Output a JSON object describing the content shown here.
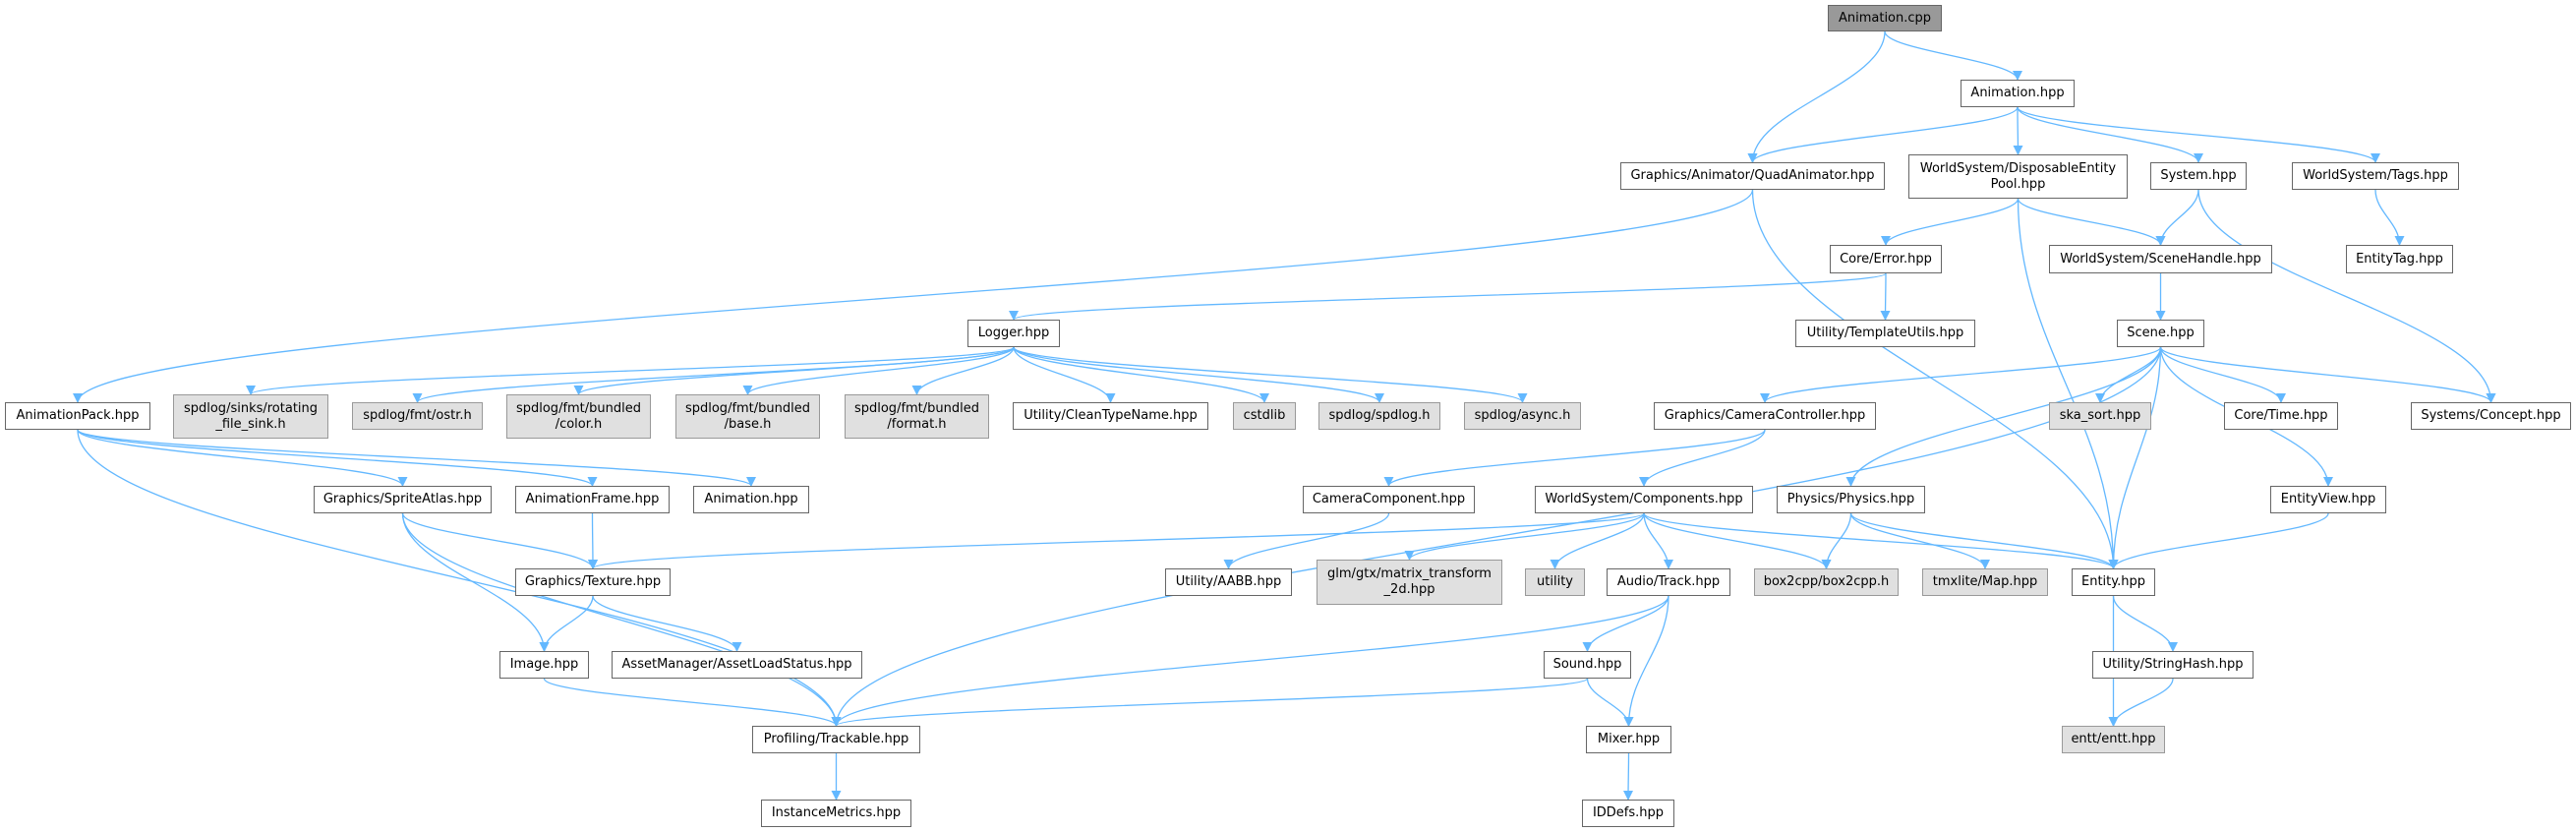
{
  "graph": {
    "title": "Animation.cpp",
    "edge_color": "#63b8ff",
    "nodes": [
      {
        "id": "anim_cpp",
        "label": "Animation.cpp",
        "kind": "root"
      },
      {
        "id": "anim_hpp",
        "label": "Animation.hpp",
        "kind": "normal"
      },
      {
        "id": "quad",
        "label": "Graphics/Animator/QuadAnimator.hpp",
        "kind": "normal"
      },
      {
        "id": "pool",
        "label": "WorldSystem/DisposableEntity\nPool.hpp",
        "kind": "normal"
      },
      {
        "id": "system",
        "label": "System.hpp",
        "kind": "normal"
      },
      {
        "id": "tags",
        "label": "WorldSystem/Tags.hpp",
        "kind": "normal"
      },
      {
        "id": "error",
        "label": "Core/Error.hpp",
        "kind": "normal"
      },
      {
        "id": "scenehandle",
        "label": "WorldSystem/SceneHandle.hpp",
        "kind": "normal"
      },
      {
        "id": "entitytag",
        "label": "EntityTag.hpp",
        "kind": "normal"
      },
      {
        "id": "logger",
        "label": "Logger.hpp",
        "kind": "normal"
      },
      {
        "id": "templateutils",
        "label": "Utility/TemplateUtils.hpp",
        "kind": "normal"
      },
      {
        "id": "scene",
        "label": "Scene.hpp",
        "kind": "normal"
      },
      {
        "id": "animpack",
        "label": "AnimationPack.hpp",
        "kind": "normal"
      },
      {
        "id": "rotating",
        "label": "spdlog/sinks/rotating\n_file_sink.h",
        "kind": "external"
      },
      {
        "id": "ostr",
        "label": "spdlog/fmt/ostr.h",
        "kind": "external"
      },
      {
        "id": "color",
        "label": "spdlog/fmt/bundled\n/color.h",
        "kind": "external"
      },
      {
        "id": "base",
        "label": "spdlog/fmt/bundled\n/base.h",
        "kind": "external"
      },
      {
        "id": "format",
        "label": "spdlog/fmt/bundled\n/format.h",
        "kind": "external"
      },
      {
        "id": "cleantype",
        "label": "Utility/CleanTypeName.hpp",
        "kind": "normal"
      },
      {
        "id": "cstdlib",
        "label": "cstdlib",
        "kind": "external"
      },
      {
        "id": "spdlog",
        "label": "spdlog/spdlog.h",
        "kind": "external"
      },
      {
        "id": "async",
        "label": "spdlog/async.h",
        "kind": "external"
      },
      {
        "id": "camctrl",
        "label": "Graphics/CameraController.hpp",
        "kind": "normal"
      },
      {
        "id": "skasort",
        "label": "ska_sort.hpp",
        "kind": "external"
      },
      {
        "id": "time",
        "label": "Core/Time.hpp",
        "kind": "normal"
      },
      {
        "id": "concept",
        "label": "Systems/Concept.hpp",
        "kind": "normal"
      },
      {
        "id": "spriteatlas",
        "label": "Graphics/SpriteAtlas.hpp",
        "kind": "normal"
      },
      {
        "id": "animframe",
        "label": "AnimationFrame.hpp",
        "kind": "normal"
      },
      {
        "id": "anim_hpp2",
        "label": "Animation.hpp",
        "kind": "normal"
      },
      {
        "id": "camcomp",
        "label": "CameraComponent.hpp",
        "kind": "normal"
      },
      {
        "id": "components",
        "label": "WorldSystem/Components.hpp",
        "kind": "normal"
      },
      {
        "id": "physics",
        "label": "Physics/Physics.hpp",
        "kind": "normal"
      },
      {
        "id": "entityview",
        "label": "EntityView.hpp",
        "kind": "normal"
      },
      {
        "id": "texture",
        "label": "Graphics/Texture.hpp",
        "kind": "normal"
      },
      {
        "id": "aabb",
        "label": "Utility/AABB.hpp",
        "kind": "normal"
      },
      {
        "id": "glm",
        "label": "glm/gtx/matrix_transform\n_2d.hpp",
        "kind": "external"
      },
      {
        "id": "utility",
        "label": "utility",
        "kind": "external"
      },
      {
        "id": "track",
        "label": "Audio/Track.hpp",
        "kind": "normal"
      },
      {
        "id": "box2cpp",
        "label": "box2cpp/box2cpp.h",
        "kind": "external"
      },
      {
        "id": "tmxlite",
        "label": "tmxlite/Map.hpp",
        "kind": "external"
      },
      {
        "id": "entity",
        "label": "Entity.hpp",
        "kind": "normal"
      },
      {
        "id": "image",
        "label": "Image.hpp",
        "kind": "normal"
      },
      {
        "id": "assetload",
        "label": "AssetManager/AssetLoadStatus.hpp",
        "kind": "normal"
      },
      {
        "id": "sound",
        "label": "Sound.hpp",
        "kind": "normal"
      },
      {
        "id": "stringhash",
        "label": "Utility/StringHash.hpp",
        "kind": "normal"
      },
      {
        "id": "trackable",
        "label": "Profiling/Trackable.hpp",
        "kind": "normal"
      },
      {
        "id": "mixer",
        "label": "Mixer.hpp",
        "kind": "normal"
      },
      {
        "id": "entt",
        "label": "entt/entt.hpp",
        "kind": "external"
      },
      {
        "id": "instmetrics",
        "label": "InstanceMetrics.hpp",
        "kind": "normal"
      },
      {
        "id": "iddefs",
        "label": "IDDefs.hpp",
        "kind": "normal"
      }
    ],
    "edges": [
      [
        "anim_cpp",
        "quad"
      ],
      [
        "anim_cpp",
        "anim_hpp"
      ],
      [
        "anim_hpp",
        "quad"
      ],
      [
        "anim_hpp",
        "pool"
      ],
      [
        "anim_hpp",
        "system"
      ],
      [
        "anim_hpp",
        "tags"
      ],
      [
        "quad",
        "animpack"
      ],
      [
        "quad",
        "entity"
      ],
      [
        "pool",
        "error"
      ],
      [
        "pool",
        "scenehandle"
      ],
      [
        "pool",
        "entity"
      ],
      [
        "system",
        "scenehandle"
      ],
      [
        "system",
        "concept"
      ],
      [
        "tags",
        "entitytag"
      ],
      [
        "error",
        "logger"
      ],
      [
        "error",
        "templateutils"
      ],
      [
        "scenehandle",
        "scene"
      ],
      [
        "logger",
        "rotating"
      ],
      [
        "logger",
        "ostr"
      ],
      [
        "logger",
        "color"
      ],
      [
        "logger",
        "base"
      ],
      [
        "logger",
        "format"
      ],
      [
        "logger",
        "cleantype"
      ],
      [
        "logger",
        "cstdlib"
      ],
      [
        "logger",
        "spdlog"
      ],
      [
        "logger",
        "async"
      ],
      [
        "scene",
        "trackable"
      ],
      [
        "scene",
        "camctrl"
      ],
      [
        "scene",
        "physics"
      ],
      [
        "scene",
        "skasort"
      ],
      [
        "scene",
        "entity"
      ],
      [
        "scene",
        "time"
      ],
      [
        "scene",
        "concept"
      ],
      [
        "scene",
        "entityview"
      ],
      [
        "animpack",
        "spriteatlas"
      ],
      [
        "animpack",
        "animframe"
      ],
      [
        "animpack",
        "anim_hpp2"
      ],
      [
        "animpack",
        "trackable"
      ],
      [
        "camctrl",
        "camcomp"
      ],
      [
        "camctrl",
        "components"
      ],
      [
        "camcomp",
        "aabb"
      ],
      [
        "components",
        "texture"
      ],
      [
        "components",
        "glm"
      ],
      [
        "components",
        "utility"
      ],
      [
        "components",
        "track"
      ],
      [
        "components",
        "box2cpp"
      ],
      [
        "components",
        "entity"
      ],
      [
        "physics",
        "box2cpp"
      ],
      [
        "physics",
        "tmxlite"
      ],
      [
        "physics",
        "entity"
      ],
      [
        "entityview",
        "entity"
      ],
      [
        "spriteatlas",
        "texture"
      ],
      [
        "spriteatlas",
        "image"
      ],
      [
        "spriteatlas",
        "trackable"
      ],
      [
        "animframe",
        "texture"
      ],
      [
        "texture",
        "image"
      ],
      [
        "texture",
        "assetload"
      ],
      [
        "image",
        "trackable"
      ],
      [
        "track",
        "trackable"
      ],
      [
        "track",
        "sound"
      ],
      [
        "track",
        "mixer"
      ],
      [
        "sound",
        "trackable"
      ],
      [
        "sound",
        "mixer"
      ],
      [
        "entity",
        "entt"
      ],
      [
        "entity",
        "stringhash"
      ],
      [
        "stringhash",
        "entt"
      ],
      [
        "trackable",
        "instmetrics"
      ],
      [
        "mixer",
        "iddefs"
      ]
    ]
  }
}
